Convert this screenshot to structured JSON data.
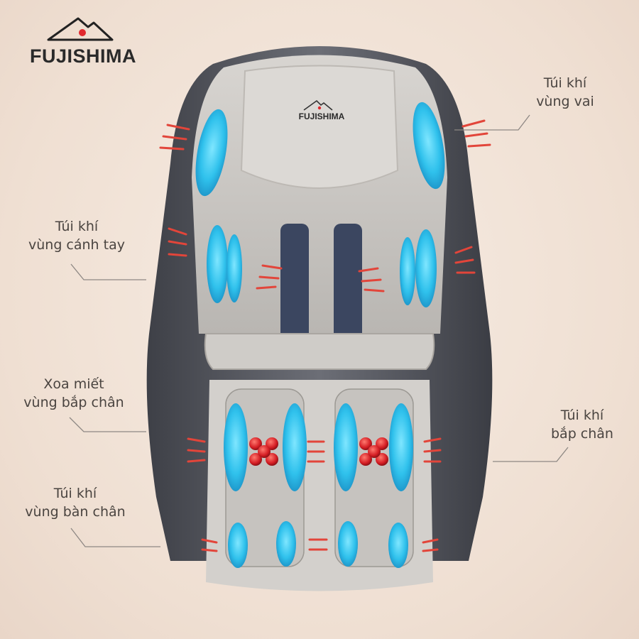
{
  "brand": {
    "logo_text": "FUJISHIMA",
    "headrest_logo_text": "FUJISHIMA",
    "accent_color": "#e0282e"
  },
  "labels": {
    "shoulder": {
      "line1": "Túi khí",
      "line2": "vùng vai"
    },
    "arm": {
      "line1": "Túi khí",
      "line2": "vùng cánh tay"
    },
    "calf_knead": {
      "line1": "Xoa miết",
      "line2": "vùng bắp chân"
    },
    "calf": {
      "line1": "Túi khí",
      "line2": "bắp chân"
    },
    "foot": {
      "line1": "Túi khí",
      "line2": "vùng bàn chân"
    }
  },
  "colors": {
    "airbag": "#33c6ee",
    "arrow": "#e2453a",
    "roller": "#d41d24",
    "chair_shell": "#5d5f66",
    "upholstery": "#c9c6c2",
    "seat_stripe": "#3b4660"
  }
}
